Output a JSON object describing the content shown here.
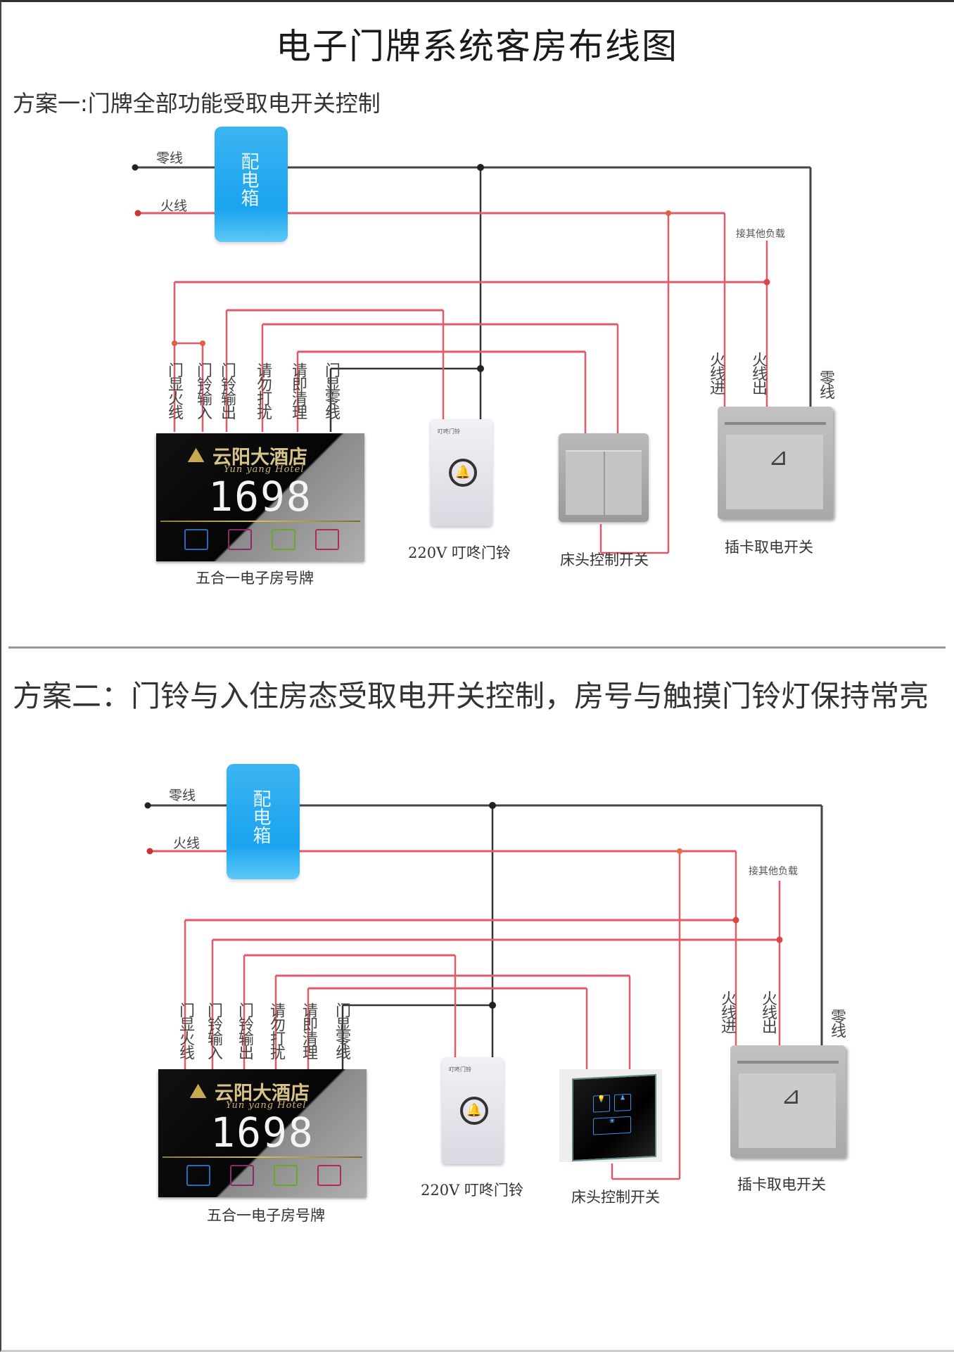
{
  "title": "电子门牌系统客房布线图",
  "colors": {
    "hot_wire": "#e05a6a",
    "neutral_wire": "#444444",
    "distribution_box": "#1aa3ef",
    "divider": "#999999"
  },
  "scheme1": {
    "heading": "方案一:门牌全部功能受取电开关控制",
    "distribution_box_label": "配电箱",
    "neutral_label": "零线",
    "hot_label": "火线",
    "other_load_label": "接其他负载",
    "door_plate_terminals": [
      "门显火线",
      "门铃输入",
      "门铃输出",
      "请勿打扰",
      "请即清理",
      "门显零线"
    ],
    "card_switch_terminals": [
      "火线进",
      "火线出",
      "零线"
    ],
    "door_plate": {
      "hotel_name": "云阳大酒店",
      "hotel_name_en": "Yun yang Hotel",
      "room_number": "1698",
      "caption": "五合一电子房号牌"
    },
    "doorbell_caption": "220V 叮咚门铃",
    "bedside_switch_caption": "床头控制开关",
    "card_switch_caption": "插卡取电开关"
  },
  "scheme2": {
    "heading": "方案二：门铃与入住房态受取电开关控制，房号与触摸门铃灯保持常亮",
    "distribution_box_label": "配电箱",
    "neutral_label": "零线",
    "hot_label": "火线",
    "other_load_label": "接其他负载",
    "door_plate_terminals": [
      "门显火线",
      "门铃输入",
      "门铃输出",
      "请勿打扰",
      "请即清理",
      "门显零线"
    ],
    "card_switch_terminals": [
      "火线进",
      "火线出",
      "零线"
    ],
    "door_plate": {
      "hotel_name": "云阳大酒店",
      "hotel_name_en": "Yun yang Hotel",
      "room_number": "1698",
      "caption": "五合一电子房号牌"
    },
    "doorbell_caption": "220V 叮咚门铃",
    "bedside_switch_caption": "床头控制开关",
    "card_switch_caption": "插卡取电开关"
  }
}
